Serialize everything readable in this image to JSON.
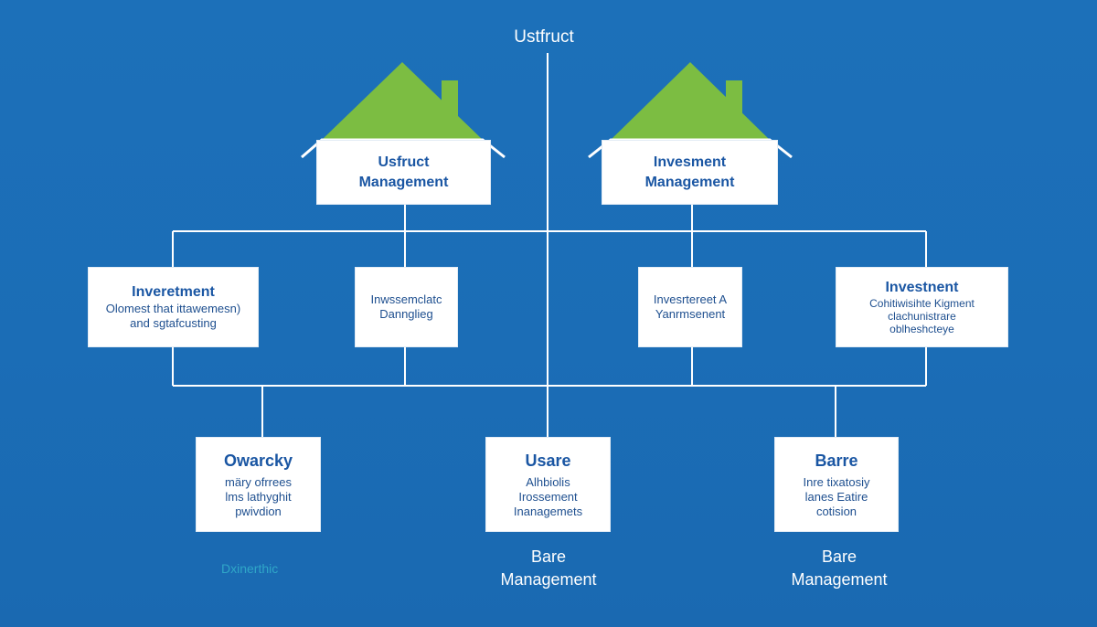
{
  "title": "Ustfruct",
  "houses": [
    {
      "line1": "Usfruct",
      "line2": "Management"
    },
    {
      "line1": "Invesment",
      "line2": "Management"
    }
  ],
  "middle_boxes": [
    {
      "heading": "Inveretment",
      "lines": [
        "Olomest that ittawemesn)",
        "and sgtafcusting"
      ]
    },
    {
      "heading": "",
      "lines": [
        "Inwssemclatc",
        "Dannglieg"
      ]
    },
    {
      "heading": "",
      "lines": [
        "Invesrtereet A",
        "Yanrmsenent"
      ]
    },
    {
      "heading": "Investnent",
      "lines": [
        "Cohitiwisihte Kigment",
        "clachunistrare",
        "oblheshcteye"
      ]
    }
  ],
  "bottom_boxes": [
    {
      "heading": "Owarcky",
      "lines": [
        "märy ofrrees",
        "lms lathyghit",
        "pwivdion"
      ]
    },
    {
      "heading": "Usare",
      "lines": [
        "Alhbiolis",
        "Irossement",
        "Inanagemets"
      ]
    },
    {
      "heading": "Barre",
      "lines": [
        "Inre tixatosiy",
        "lanes Eatire",
        "cotision"
      ]
    }
  ],
  "captions": [
    {
      "line1": "Bare",
      "line2": "Management"
    },
    {
      "line1": "Bare",
      "line2": "Management"
    }
  ],
  "faint_label": "Dxinerthic",
  "colors": {
    "background": "#1c6fb8",
    "roof": "#7cbd42",
    "box": "#ffffff",
    "heading_text": "#1a56a3",
    "faint_label": "#2fa7c8"
  }
}
